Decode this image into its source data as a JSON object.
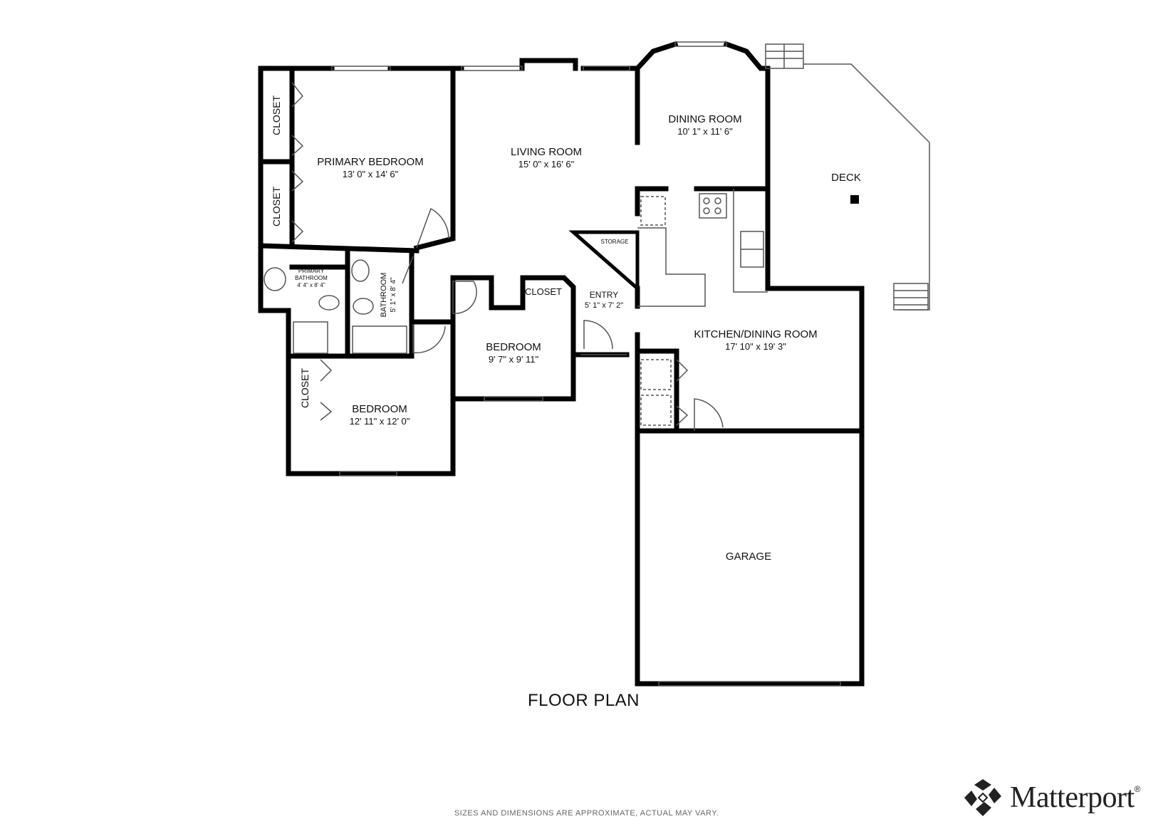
{
  "rooms": {
    "primary_bedroom": {
      "name": "PRIMARY BEDROOM",
      "dims": "13' 0\" x 14' 6\""
    },
    "living_room": {
      "name": "LIVING ROOM",
      "dims": "15' 0\" x 16' 6\""
    },
    "dining_room": {
      "name": "DINING ROOM",
      "dims": "10' 1\" x 11' 6\""
    },
    "deck": {
      "name": "DECK"
    },
    "storage": {
      "name": "STORAGE"
    },
    "primary_bathroom": {
      "name_line1": "PRIMARY",
      "name_line2": "BATHROOM",
      "dims": "4' 4\" x 8' 4\""
    },
    "bathroom": {
      "name": "BATHROOM",
      "dims": "5' 1\" x 8' 4\""
    },
    "closet_hall": {
      "name": "CLOSET"
    },
    "entry": {
      "name": "ENTRY",
      "dims": "5' 1\" x 7' 2\""
    },
    "bedroom_middle": {
      "name": "BEDROOM",
      "dims": "9' 7\" x 9' 11\""
    },
    "kitchen_dining": {
      "name": "KITCHEN/DINING ROOM",
      "dims": "17' 10\" x 19' 3\""
    },
    "bedroom_lower": {
      "name": "BEDROOM",
      "dims": "12' 11\" x 12' 0\""
    },
    "closet_primary_1": {
      "name": "CLOSET"
    },
    "closet_primary_2": {
      "name": "CLOSET"
    },
    "closet_bedroom": {
      "name": "CLOSET"
    },
    "garage": {
      "name": "GARAGE"
    }
  },
  "title": "FLOOR PLAN",
  "disclaimer": "SIZES AND DIMENSIONS ARE APPROXIMATE, ACTUAL MAY VARY.",
  "brand": {
    "name": "Matterport",
    "mark": "®",
    "icon": "matterport-logo-icon"
  },
  "colors": {
    "wall": "#000000",
    "fixture": "#555555",
    "text": "#111111"
  }
}
